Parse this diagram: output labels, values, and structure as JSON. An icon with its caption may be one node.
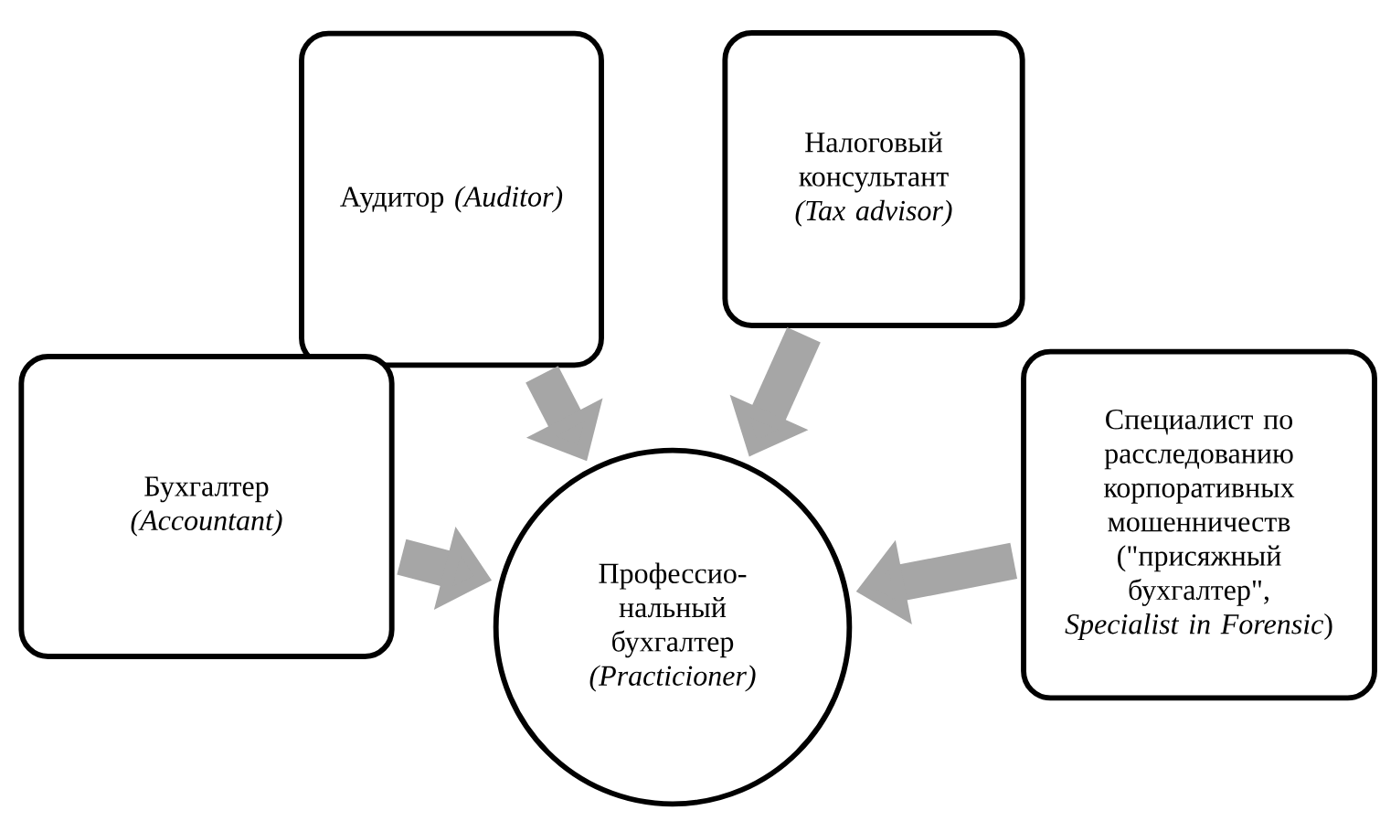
{
  "diagram": {
    "nodes": [
      {
        "text": [
          "Аудитор *(Auditor)*"
        ]
      },
      {
        "text": [
          "Налоговый консультант *(Tax advisor)*"
        ]
      },
      {
        "text": [
          "Бухгалтер *(Accountant)*"
        ]
      },
      {
        "text": [
          "Специалист по расследованию корпоративных мошенничеств (\"присяжный бухгалтер\", *Specialist in Forensic*)"
        ]
      },
      {
        "text": [
          "Профессио-нальный бухгалтер *(Practicioner)*"
        ]
      }
    ],
    "edges": [
      {
        "from": 2,
        "to": 4,
        "arrow": "to"
      },
      {
        "from": 0,
        "to": 4,
        "arrow": "to"
      },
      {
        "from": 1,
        "to": 4,
        "arrow": "to"
      },
      {
        "from": 3,
        "to": 4,
        "arrow": "to"
      }
    ]
  }
}
